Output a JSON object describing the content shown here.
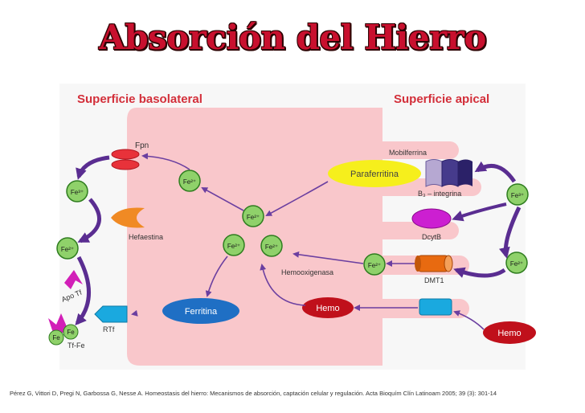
{
  "title": "Absorción del Hierro",
  "labels": {
    "basolateral": "Superficie basolateral",
    "apical": "Superficie apical",
    "fpn": "Fpn",
    "hefaestina": "Hefaestina",
    "apo_tf": "Apo Tf",
    "fe": "Fe",
    "tf_fe": "Tf-Fe",
    "rtf": "RTf",
    "ferritina": "Ferritina",
    "hemo": "Hemo",
    "hemooxigenasa": "Hemooxigenasa",
    "paraferritina": "Paraferritina",
    "mobilferrina": "Mobilferrina",
    "b3_integrina": "B₃ – integrina",
    "dcytb": "DcytB",
    "dmt1": "DMT1",
    "fe2": "Fe²⁺",
    "fe3": "Fe³⁺"
  },
  "colors": {
    "cell": "#f9c7cb",
    "arrow": "#6b3fa0",
    "fe_fill": "#8fd16a",
    "fe_stroke": "#2f7d1f",
    "hemo": "#c0101b",
    "ferritina": "#1f6fc4",
    "paraferritina": "#f6ef1c",
    "dcytb": "#cc1fd1",
    "dmt1": "#e86a10",
    "transporter": "#1aa9df",
    "fpn": "#e8323a",
    "hefaestina": "#f08a24",
    "apo_tf": "#d21fb8",
    "label_red": "#d32f3a",
    "label_blue": "#1f5fa8"
  },
  "footer": "Pérez G, Vittori D, Pregi N, Garbossa G, Nesse A. Homeostasis del hierro: Mecanismos de absorción, captación celular y regulación. Acta Bioquím Clín Latinoam 2005; 39 (3): 301-14"
}
